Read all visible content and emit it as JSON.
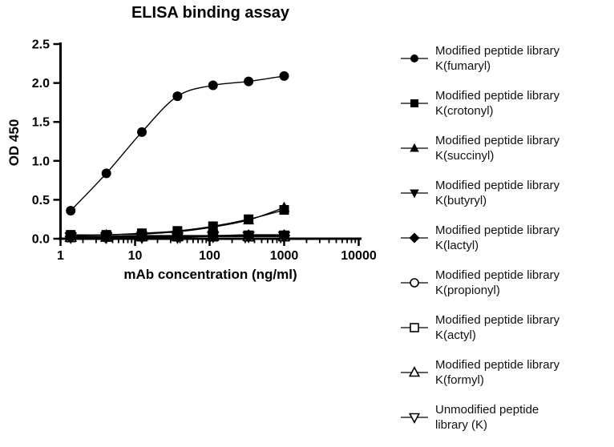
{
  "figure": {
    "background": "#ffffff",
    "foreground": "#000000"
  },
  "chart_data": {
    "type": "line",
    "title": "ELISA binding assay",
    "xlabel": "mAb concentration (ng/ml)",
    "ylabel": "OD 450",
    "xscale": "log",
    "xlim": [
      1,
      10000
    ],
    "ylim": [
      0,
      2.5
    ],
    "x_tick_labels": [
      "1",
      "10",
      "100",
      "1000",
      "10000"
    ],
    "x_tick_values": [
      1,
      10,
      100,
      1000,
      10000
    ],
    "y_tick_labels": [
      "0.0",
      "0.5",
      "1.0",
      "1.5",
      "2.0",
      "2.5"
    ],
    "y_tick_values": [
      0,
      0.5,
      1.0,
      1.5,
      2.0,
      2.5
    ],
    "grid": false,
    "legend_position": "right",
    "x": [
      1.37,
      4.12,
      12.35,
      37.04,
      111.1,
      333.3,
      1000
    ],
    "series": [
      {
        "name": "Modified peptide library K(fumaryl)",
        "label_lines": [
          "Modified peptide library",
          "K(fumaryl)"
        ],
        "marker": "filled-circle",
        "values": [
          0.36,
          0.84,
          1.37,
          1.83,
          1.97,
          2.02,
          2.09
        ]
      },
      {
        "name": "Modified peptide library K(crotonyl)",
        "label_lines": [
          "Modified peptide library",
          "K(crotonyl)"
        ],
        "marker": "filled-square",
        "values": [
          0.05,
          0.05,
          0.07,
          0.1,
          0.16,
          0.25,
          0.37
        ]
      },
      {
        "name": "Modified peptide library K(succinyl)",
        "label_lines": [
          "Modified peptide library",
          "K(succinyl)"
        ],
        "marker": "filled-triangle-up",
        "values": [
          0.04,
          0.05,
          0.06,
          0.09,
          0.15,
          0.24,
          0.4
        ]
      },
      {
        "name": "Modified peptide library K(butyryl)",
        "label_lines": [
          "Modified peptide library",
          "K(butyryl)"
        ],
        "marker": "filled-triangle-down",
        "values": [
          0.03,
          0.03,
          0.04,
          0.04,
          0.04,
          0.05,
          0.05
        ]
      },
      {
        "name": "Modified peptide library K(lactyl)",
        "label_lines": [
          "Modified peptide library",
          "K(lactyl)"
        ],
        "marker": "filled-diamond",
        "values": [
          0.03,
          0.03,
          0.03,
          0.04,
          0.04,
          0.04,
          0.04
        ]
      },
      {
        "name": "Modified peptide library K(propionyl)",
        "label_lines": [
          "Modified peptide library",
          "K(propionyl)"
        ],
        "marker": "open-circle",
        "values": [
          0.03,
          0.03,
          0.03,
          0.03,
          0.03,
          0.04,
          0.04
        ]
      },
      {
        "name": "Modified peptide library K(actyl)",
        "label_lines": [
          "Modified peptide library",
          "K(actyl)"
        ],
        "marker": "open-square",
        "values": [
          0.02,
          0.03,
          0.03,
          0.03,
          0.03,
          0.03,
          0.03
        ]
      },
      {
        "name": "Modified peptide library K(formyl)",
        "label_lines": [
          "Modified peptide library",
          "K(formyl)"
        ],
        "marker": "open-triangle-up",
        "values": [
          0.02,
          0.02,
          0.03,
          0.03,
          0.03,
          0.03,
          0.03
        ]
      },
      {
        "name": "Unmodified peptide library (K)",
        "label_lines": [
          "Unmodified peptide",
          "library (K)"
        ],
        "marker": "open-triangle-down",
        "values": [
          0.02,
          0.02,
          0.02,
          0.02,
          0.03,
          0.03,
          0.03
        ]
      }
    ]
  }
}
